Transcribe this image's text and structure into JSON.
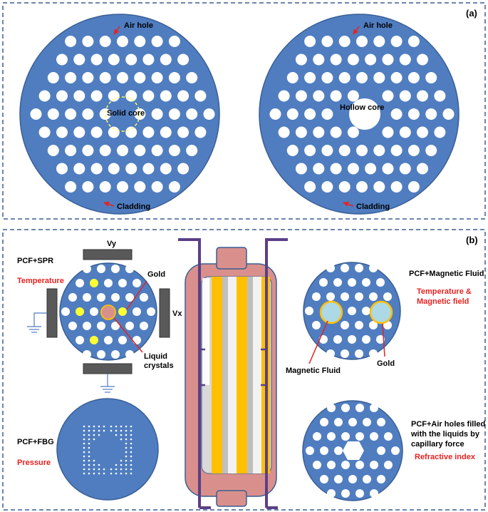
{
  "panel_a": {
    "label": "(a)",
    "left_fiber": {
      "air_hole": "Air hole",
      "core": "Solid core",
      "cladding": "Cladding"
    },
    "right_fiber": {
      "air_hole": "Air hole",
      "core": "Hollow core",
      "cladding": "Cladding"
    }
  },
  "panel_b": {
    "label": "(b)",
    "spr": {
      "title": "PCF+SPR",
      "measurand": "Temperature",
      "electrode_y": "Vy",
      "electrode_x": "Vx",
      "gold": "Gold",
      "liquid_crystals_line1": "Liquid",
      "liquid_crystals_line2": "crystals"
    },
    "fbg": {
      "title": "PCF+FBG",
      "measurand": "Pressure"
    },
    "magnetic": {
      "title": "PCF+Magnetic Fluid",
      "measurand_line1": "Temperature &",
      "measurand_line2": "Magnetic field",
      "fluid": "Magnetic Fluid",
      "gold": "Gold"
    },
    "capillary": {
      "title_line1": "PCF+Air holes filled",
      "title_line2": "with the liquids by",
      "title_line3": "capillary force",
      "measurand": "Refractive index"
    }
  },
  "colors": {
    "fiber_blue": "#4f7dc0",
    "fiber_edge": "#3a5f95",
    "highlight_red": "#e8221f",
    "gold_yellow": "#ffc000",
    "electrode_gray": "#595959",
    "tube_pink": "#d9908c",
    "tube_frame": "#5b3f86"
  }
}
